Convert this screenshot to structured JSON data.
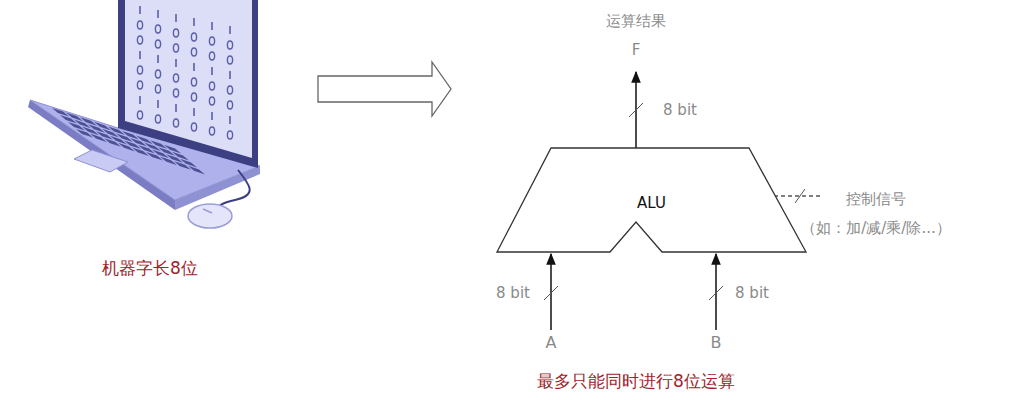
{
  "diagram": {
    "nodes": [
      {
        "text": [
          "ALU"
        ]
      }
    ],
    "labels": [
      "运算结果",
      "F",
      "8 bit",
      "8 bit",
      "8 bit",
      "A",
      "B",
      "控制信号",
      "（如：加/减/乘/除...）",
      "机器字长8位",
      "最多只能同时进行8位运算"
    ]
  }
}
